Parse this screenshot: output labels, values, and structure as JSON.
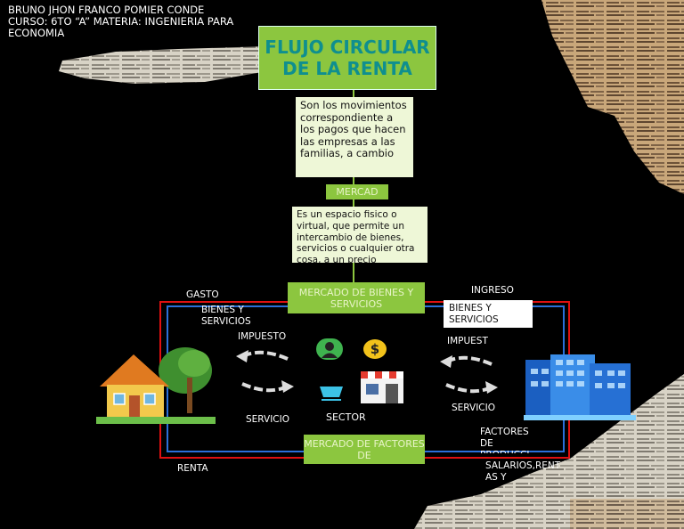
{
  "header": {
    "line1": "BRUNO JHON FRANCO POMIER CONDE",
    "line2": "CURSO: 6TO “A”  MATERIA: INGENIERIA PARA",
    "line3": "ECONOMIA"
  },
  "title": "FLUJO CIRCULAR DE LA RENTA",
  "definition_flow": "Son los movimientos correspondiente a los pagos que hacen las empresas a las familias, a cambio",
  "tag_mercado": "MERCAD",
  "definition_mercado": "Es un espacio fisico o virtual, que permite un intercambio de bienes, servicios o cualquier otra cosa, a un precio",
  "market_goods": "MERCADO DE BIENES Y SERVICIOS",
  "market_factors": "MERCADO DE FACTORES DE",
  "labels": {
    "gasto": "GASTO",
    "bienes_left": "BIENES Y SERVICIOS COMPRADOS",
    "impuesto_left": "IMPUESTO",
    "servicio_left": "SERVICIO",
    "sector": "SECTOR",
    "ingreso": "INGRESO",
    "bienes_right": "BIENES Y SERVICIOS",
    "impuesto_right": "IMPUEST",
    "servicio_right": "SERVICIO",
    "factores": "FACTORES DE PRODUCCI",
    "renta": "RENTA",
    "salarios": "SALARIOS,RENT AS Y"
  },
  "colors": {
    "accent_green": "#8cc63f",
    "title_text": "#0f8f8f",
    "note_bg": "#eef7d7",
    "outer_loop": "#e01010",
    "inner_loop": "#2a6fd8"
  },
  "icons": [
    "newspaper-scrap",
    "house-icon",
    "building-icon",
    "arrow-left-icon",
    "arrow-right-icon",
    "person-icon",
    "dollar-icon",
    "cart-icon",
    "store-icon"
  ]
}
